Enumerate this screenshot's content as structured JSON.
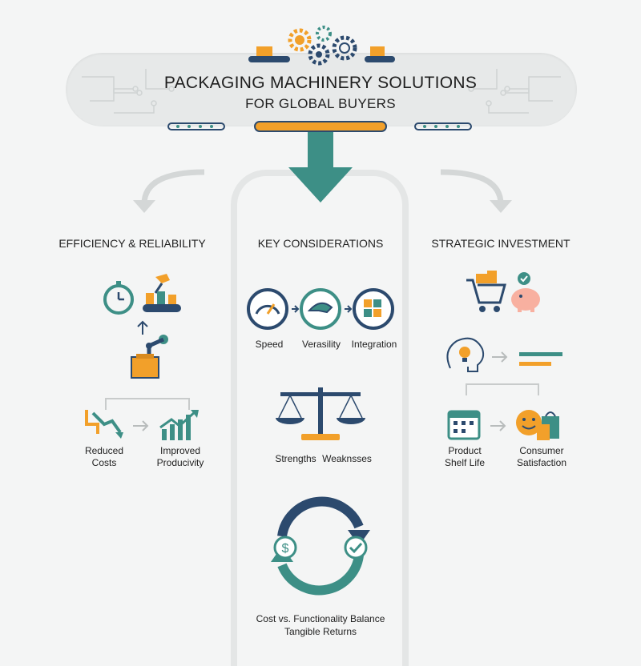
{
  "header": {
    "title": "PACKAGING MACHINERY SOLUTIONS",
    "subtitle": "FOR GLOBAL BUYERS"
  },
  "colors": {
    "navy": "#2c4a6e",
    "teal": "#3d8f86",
    "orange": "#f2a02a",
    "gray": "#c8cbcb"
  },
  "left": {
    "title": "EFFICIENCY & RELIABILITY",
    "icons": [
      "stopwatch-icon",
      "factory-line-icon",
      "robot-arm-icon"
    ],
    "reduced_costs": [
      "Reduced",
      "Costs"
    ],
    "improved_productivity": [
      "Improved",
      "Producivity"
    ]
  },
  "center": {
    "title": "KEY CONSIDERATIONS",
    "speed": "Speed",
    "versatility": "Verasility",
    "integration": "Integration",
    "strengths": "Strengths",
    "weaknesses": "Weaknsses",
    "balance": "Cost vs. Functionality Balance",
    "returns": "Tangible Returns"
  },
  "right": {
    "title": "STRATEGIC INVESTMENT",
    "product_shelf_life": [
      "Product",
      "Shelf Life"
    ],
    "consumer_satisfaction": [
      "Consumer",
      "Satisfaction"
    ]
  }
}
